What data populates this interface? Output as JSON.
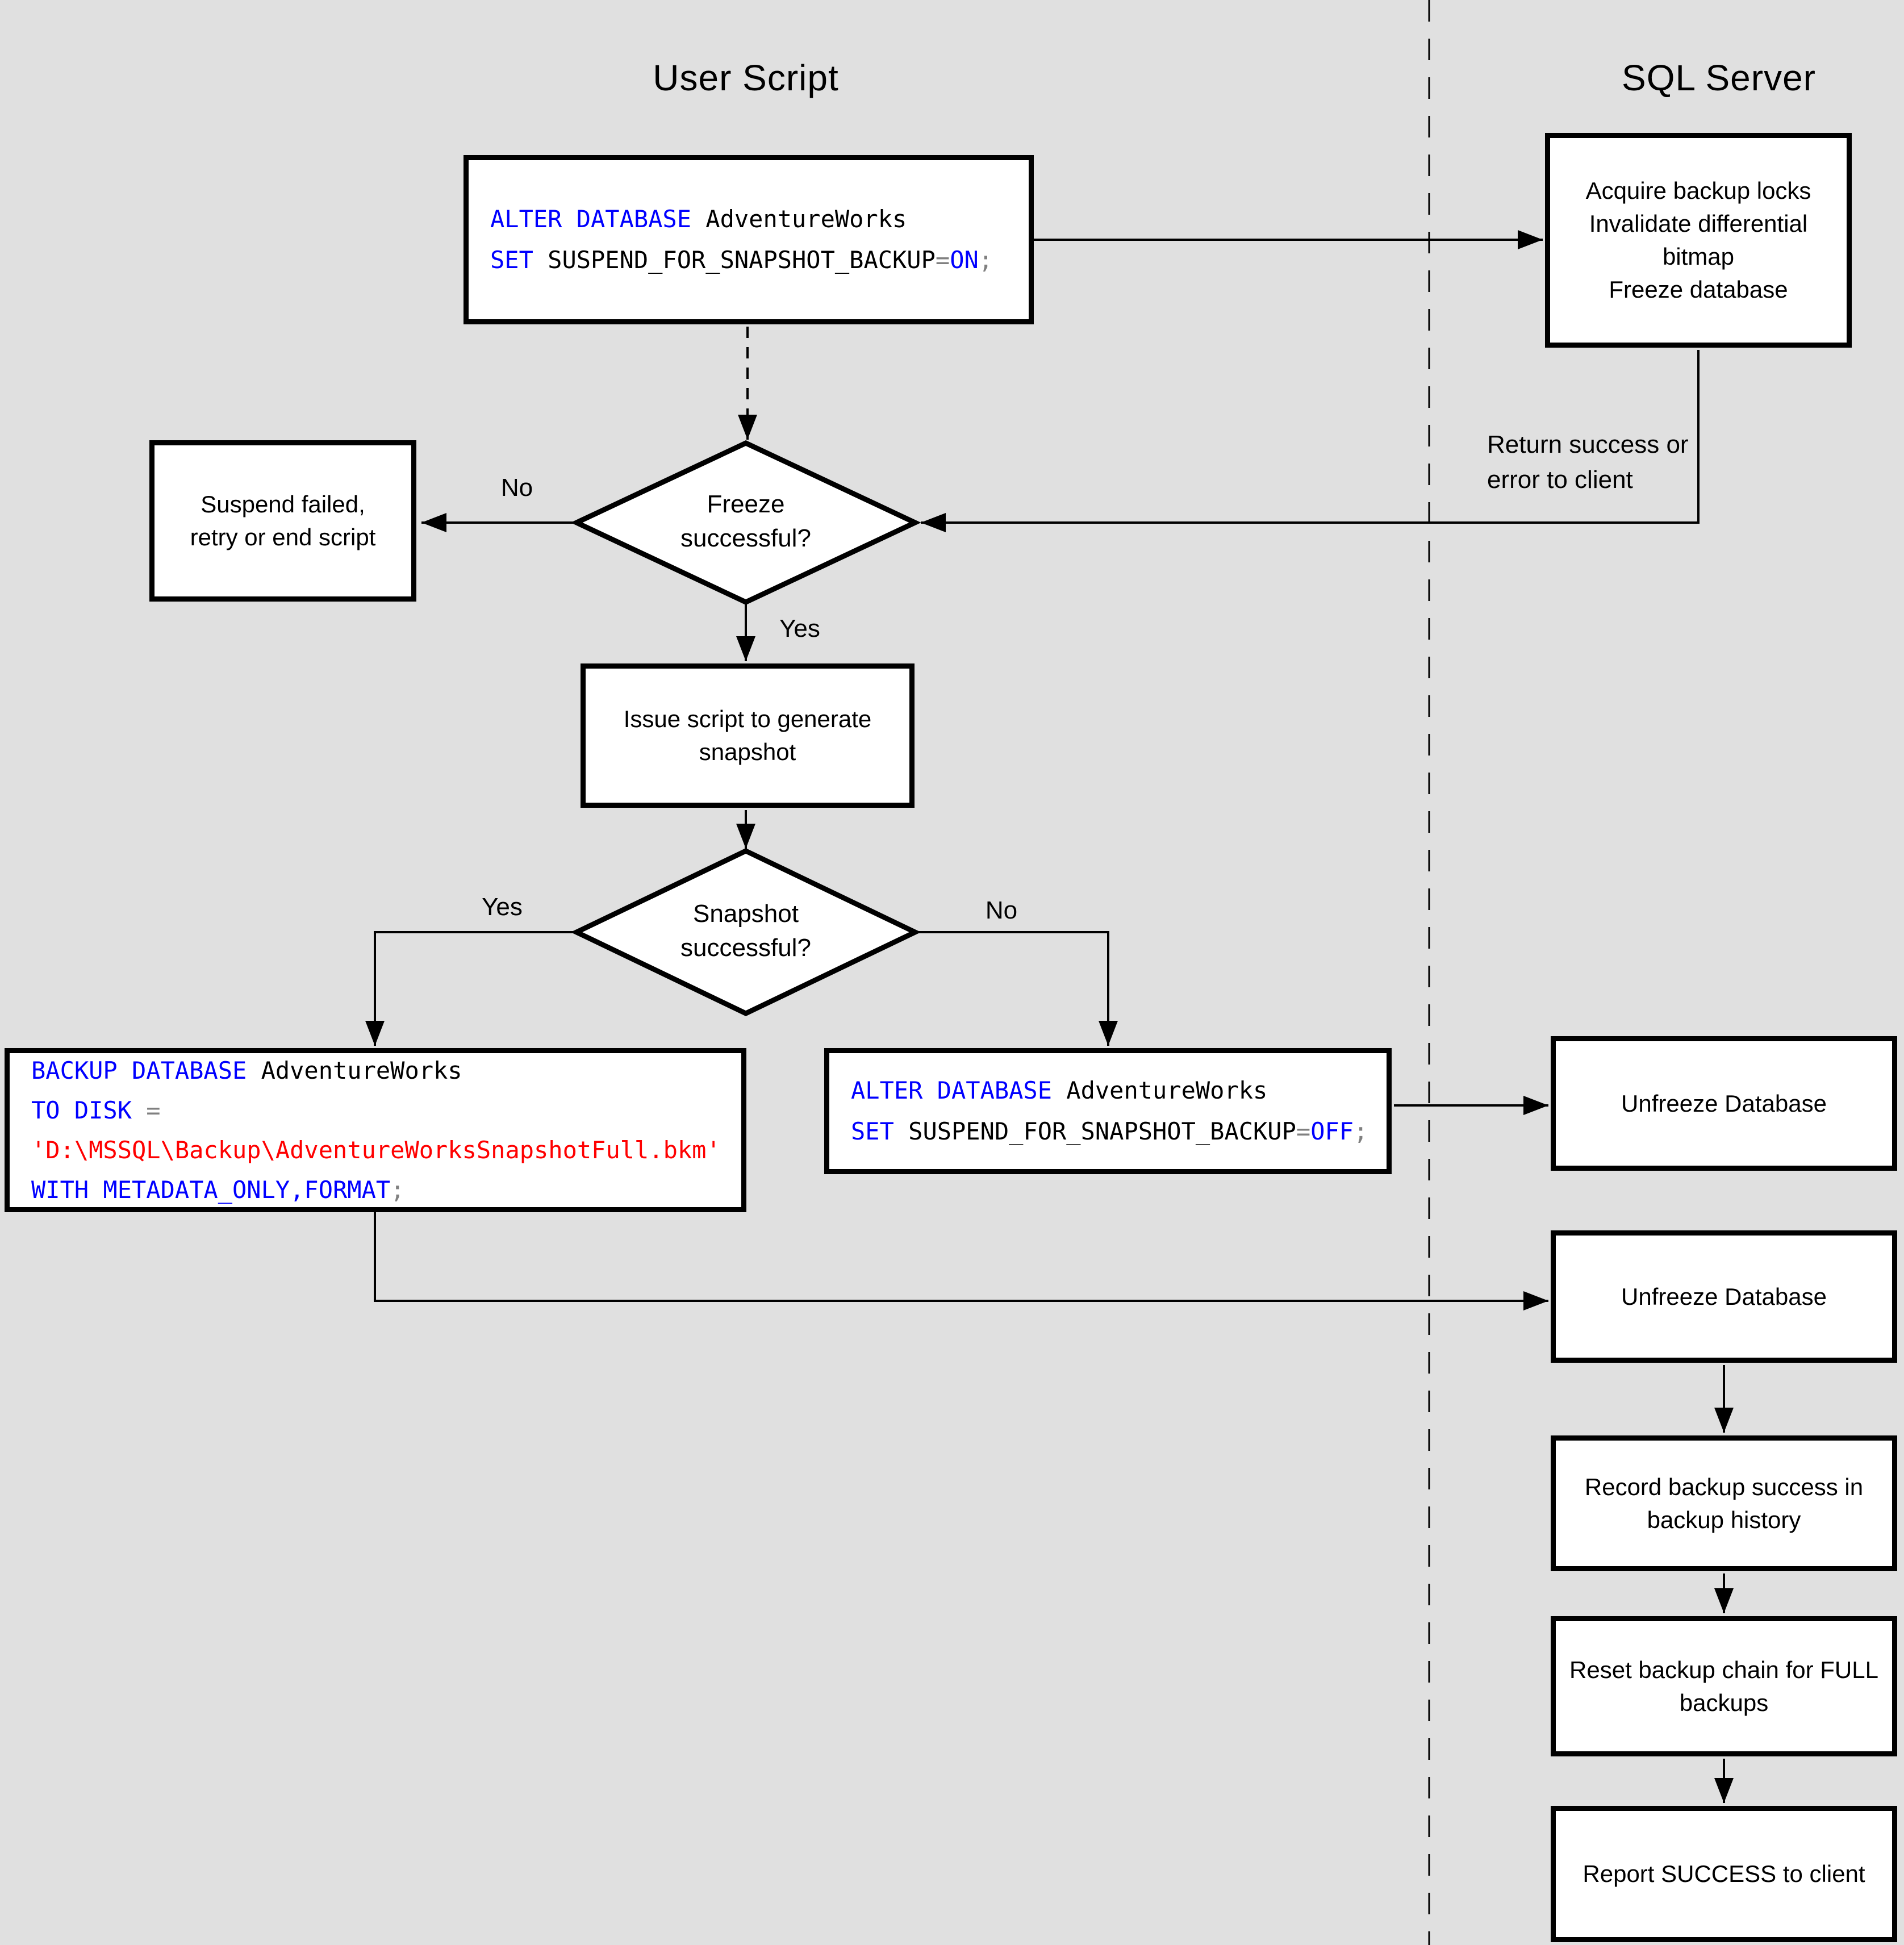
{
  "colors": {
    "keyword": "#0000ff",
    "string": "#ff0000",
    "operator": "#808080",
    "ink": "#000000",
    "background": "#e0e0e0",
    "box_fill": "#ffffff"
  },
  "lanes": {
    "left_title": "User Script",
    "right_title": "SQL Server"
  },
  "nodes": {
    "acquire": {
      "lines": [
        "Acquire backup locks",
        "Invalidate differential bitmap",
        "Freeze database"
      ]
    },
    "suspend": {
      "lines": [
        "Suspend failed,",
        "retry or end script"
      ]
    },
    "freeze_decision": {
      "lines": [
        "Freeze",
        "successful?"
      ]
    },
    "issue_snapshot": {
      "lines": [
        "Issue script to generate",
        "snapshot"
      ]
    },
    "snapshot_decision": {
      "lines": [
        "Snapshot",
        "successful?"
      ]
    },
    "unfreeze_1": {
      "lines": [
        "Unfreeze Database"
      ]
    },
    "unfreeze_2": {
      "lines": [
        "Unfreeze Database"
      ]
    },
    "record_history": {
      "lines": [
        "Record backup success in",
        "backup history"
      ]
    },
    "reset_chain": {
      "lines": [
        "Reset backup chain for FULL",
        "backups"
      ]
    },
    "report_success": {
      "lines": [
        "Report SUCCESS to client"
      ]
    }
  },
  "sql": {
    "alter_on": {
      "l1_kw": "ALTER DATABASE ",
      "l1_id": "AdventureWorks",
      "l2_kw": "SET ",
      "l2_id": "SUSPEND_FOR_SNAPSHOT_BACKUP",
      "l2_op": "=",
      "l2_kw2": "ON",
      "l2_end": ";"
    },
    "backup": {
      "l1_kw": "BACKUP DATABASE ",
      "l1_id": "AdventureWorks",
      "l2_kw": "TO DISK ",
      "l2_op": "=",
      "l3_str": "'D:\\MSSQL\\Backup\\AdventureWorksSnapshotFull.bkm'",
      "l4_kw": "WITH METADATA_ONLY,FORMAT",
      "l4_end": ";"
    },
    "alter_off": {
      "l1_kw": "ALTER DATABASE ",
      "l1_id": "AdventureWorks",
      "l2_kw": "SET ",
      "l2_id": "SUSPEND_FOR_SNAPSHOT_BACKUP",
      "l2_op": "=",
      "l2_kw2": "OFF",
      "l2_end": ";"
    }
  },
  "edge_labels": {
    "freeze_no": "No",
    "freeze_yes": "Yes",
    "snapshot_yes": "Yes",
    "snapshot_no": "No",
    "return_note_1": "Return success or",
    "return_note_2": "error to client"
  }
}
